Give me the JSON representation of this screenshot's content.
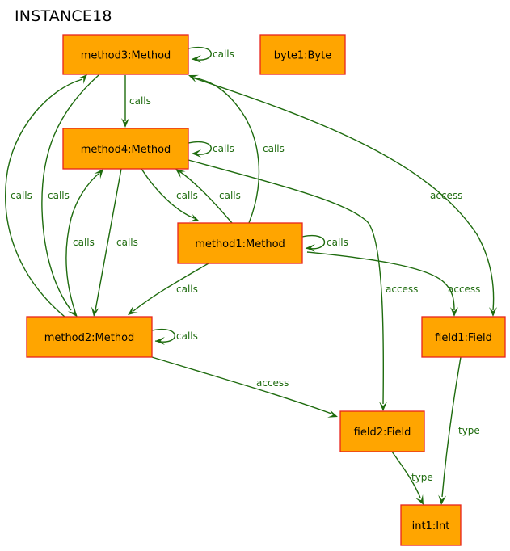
{
  "title": "INSTANCE18",
  "colors": {
    "node_fill": "#FFA500",
    "node_border": "#E8231C",
    "edge": "#1E6B0E"
  },
  "nodes": [
    {
      "id": "method3",
      "label": "method3:Method"
    },
    {
      "id": "byte1",
      "label": "byte1:Byte"
    },
    {
      "id": "method4",
      "label": "method4:Method"
    },
    {
      "id": "method1",
      "label": "method1:Method"
    },
    {
      "id": "method2",
      "label": "method2:Method"
    },
    {
      "id": "field1",
      "label": "field1:Field"
    },
    {
      "id": "field2",
      "label": "field2:Field"
    },
    {
      "id": "int1",
      "label": "int1:Int"
    }
  ],
  "edges": [
    {
      "id": "e_m3_self",
      "from": "method3",
      "to": "method3",
      "label": "calls"
    },
    {
      "id": "e_m3_m4",
      "from": "method3",
      "to": "method4",
      "label": "calls"
    },
    {
      "id": "e_m4_self",
      "from": "method4",
      "to": "method4",
      "label": "calls"
    },
    {
      "id": "e_m1_m3",
      "from": "method1",
      "to": "method3",
      "label": "calls"
    },
    {
      "id": "e_m3_f1",
      "from": "method3",
      "to": "field1",
      "label": "access"
    },
    {
      "id": "e_m2_m3_outer",
      "from": "method2",
      "to": "method3",
      "label": "calls"
    },
    {
      "id": "e_m3_m2",
      "from": "method3",
      "to": "method2",
      "label": "calls"
    },
    {
      "id": "e_m4_m1",
      "from": "method4",
      "to": "method1",
      "label": "calls"
    },
    {
      "id": "e_m1_m4",
      "from": "method1",
      "to": "method4",
      "label": "calls"
    },
    {
      "id": "e_m2_m4",
      "from": "method2",
      "to": "method4",
      "label": "calls"
    },
    {
      "id": "e_m4_m2",
      "from": "method4",
      "to": "method2",
      "label": "calls"
    },
    {
      "id": "e_m4_f2",
      "from": "method4",
      "to": "field2",
      "label": "access"
    },
    {
      "id": "e_m1_self",
      "from": "method1",
      "to": "method1",
      "label": "calls"
    },
    {
      "id": "e_m1_f1",
      "from": "method1",
      "to": "field1",
      "label": "access"
    },
    {
      "id": "e_m1_m2",
      "from": "method1",
      "to": "method2",
      "label": "calls"
    },
    {
      "id": "e_m2_self",
      "from": "method2",
      "to": "method2",
      "label": "calls"
    },
    {
      "id": "e_m2_f2",
      "from": "method2",
      "to": "field2",
      "label": "access"
    },
    {
      "id": "e_f1_i1",
      "from": "field1",
      "to": "int1",
      "label": "type"
    },
    {
      "id": "e_f2_i1",
      "from": "field2",
      "to": "int1",
      "label": "type"
    }
  ]
}
